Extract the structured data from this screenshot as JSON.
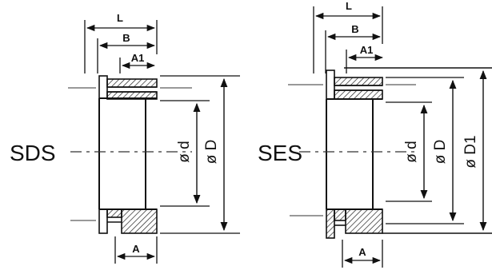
{
  "sds": {
    "name": "SDS",
    "labels": {
      "L": "L",
      "B": "B",
      "A1": "A1",
      "A": "A",
      "d": "ø d",
      "D": "ø D"
    }
  },
  "ses": {
    "name": "SES",
    "labels": {
      "L": "L",
      "B": "B",
      "A1": "A1",
      "A": "A",
      "d": "ø d",
      "D": "ø D",
      "D1": "ø D1"
    }
  },
  "colors": {
    "ink": "#111111",
    "thin": "#333333",
    "hatch": "#222222"
  }
}
